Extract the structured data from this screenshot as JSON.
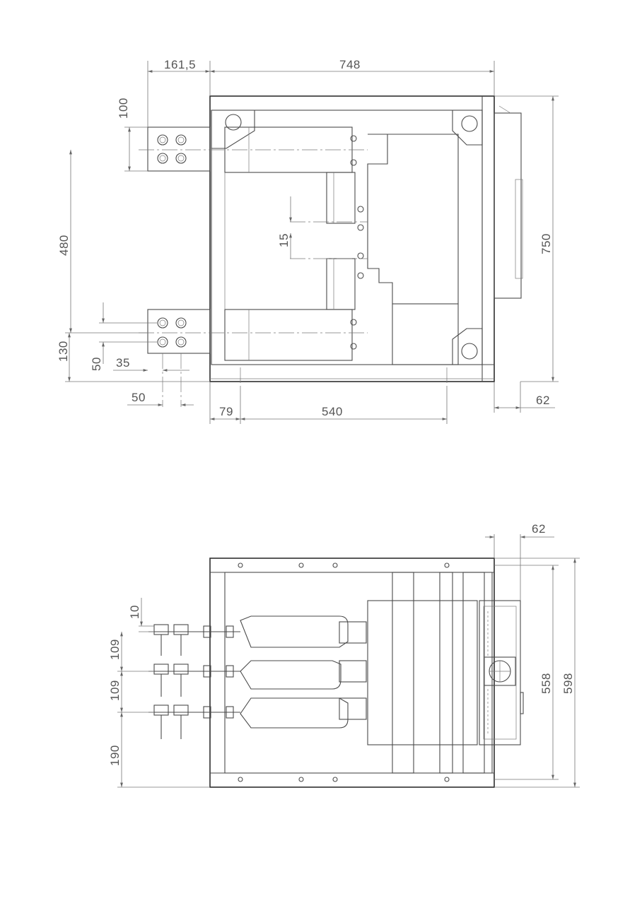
{
  "top_view": {
    "dims": {
      "left_offset": "161,5",
      "width": "748",
      "top_bar": "100",
      "bar_spacing": "480",
      "height": "750",
      "gap": "15",
      "bottom_bar": "130",
      "hole_v": "50",
      "hole_h_a": "35",
      "hole_h_b": "50",
      "foot_a": "79",
      "foot_b": "540",
      "right_offset": "62"
    }
  },
  "bottom_view": {
    "dims": {
      "right_offset": "62",
      "gap": "10",
      "pitch_a": "109",
      "pitch_b": "109",
      "bottom": "190",
      "inner_height": "558",
      "height": "598"
    }
  }
}
